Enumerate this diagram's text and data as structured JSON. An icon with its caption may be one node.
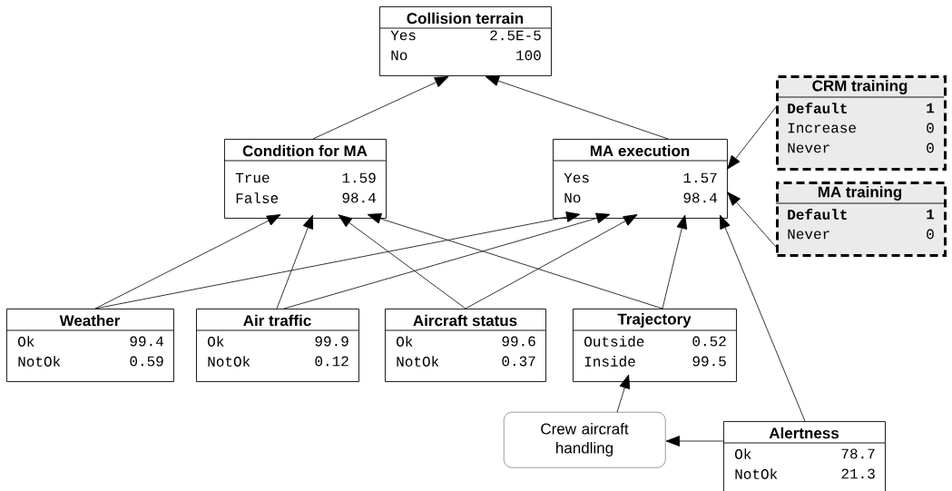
{
  "diagram": {
    "nodes": [
      {
        "text": [
          "Collision terrain",
          "Yes",
          "2.5E-5",
          "No",
          "100"
        ]
      },
      {
        "text": [
          "Condition for MA",
          "True",
          "1.59",
          "False",
          "98.4"
        ]
      },
      {
        "text": [
          "MA execution",
          "Yes",
          "1.57",
          "No",
          "98.4"
        ]
      },
      {
        "text": [
          "CRM training",
          "**Default**",
          "**1**",
          "Increase",
          "0",
          "Never",
          "0"
        ]
      },
      {
        "text": [
          "MA training",
          "**Default**",
          "**1**",
          "Never",
          "0"
        ]
      },
      {
        "text": [
          "Weather",
          "Ok",
          "99.4",
          "NotOk",
          "0.59"
        ]
      },
      {
        "text": [
          "Air traffic",
          "Ok",
          "99.9",
          "NotOk",
          "0.12"
        ]
      },
      {
        "text": [
          "Aircraft status",
          "Ok",
          "99.6",
          "NotOk",
          "0.37"
        ]
      },
      {
        "text": [
          "Trajectory",
          "Outside",
          "0.52",
          "Inside",
          "99.5"
        ]
      },
      {
        "text": [
          "Crew aircraft handling"
        ]
      },
      {
        "text": [
          "Alertness",
          "Ok",
          "78.7",
          "NotOk",
          "21.3"
        ]
      }
    ],
    "edges": [
      {
        "from": 1,
        "to": 0,
        "arrow": "to"
      },
      {
        "from": 2,
        "to": 0,
        "arrow": "to"
      },
      {
        "from": 3,
        "to": 2,
        "arrow": "to"
      },
      {
        "from": 4,
        "to": 2,
        "arrow": "to"
      },
      {
        "from": 5,
        "to": 1,
        "arrow": "to"
      },
      {
        "from": 5,
        "to": 2,
        "arrow": "to"
      },
      {
        "from": 6,
        "to": 1,
        "arrow": "to"
      },
      {
        "from": 6,
        "to": 2,
        "arrow": "to"
      },
      {
        "from": 7,
        "to": 1,
        "arrow": "to"
      },
      {
        "from": 7,
        "to": 2,
        "arrow": "to"
      },
      {
        "from": 8,
        "to": 1,
        "arrow": "to"
      },
      {
        "from": 8,
        "to": 2,
        "arrow": "to"
      },
      {
        "from": 10,
        "to": 2,
        "arrow": "to"
      },
      {
        "from": 9,
        "to": 8,
        "arrow": "to"
      },
      {
        "from": 10,
        "to": 9,
        "arrow": "to"
      }
    ]
  }
}
